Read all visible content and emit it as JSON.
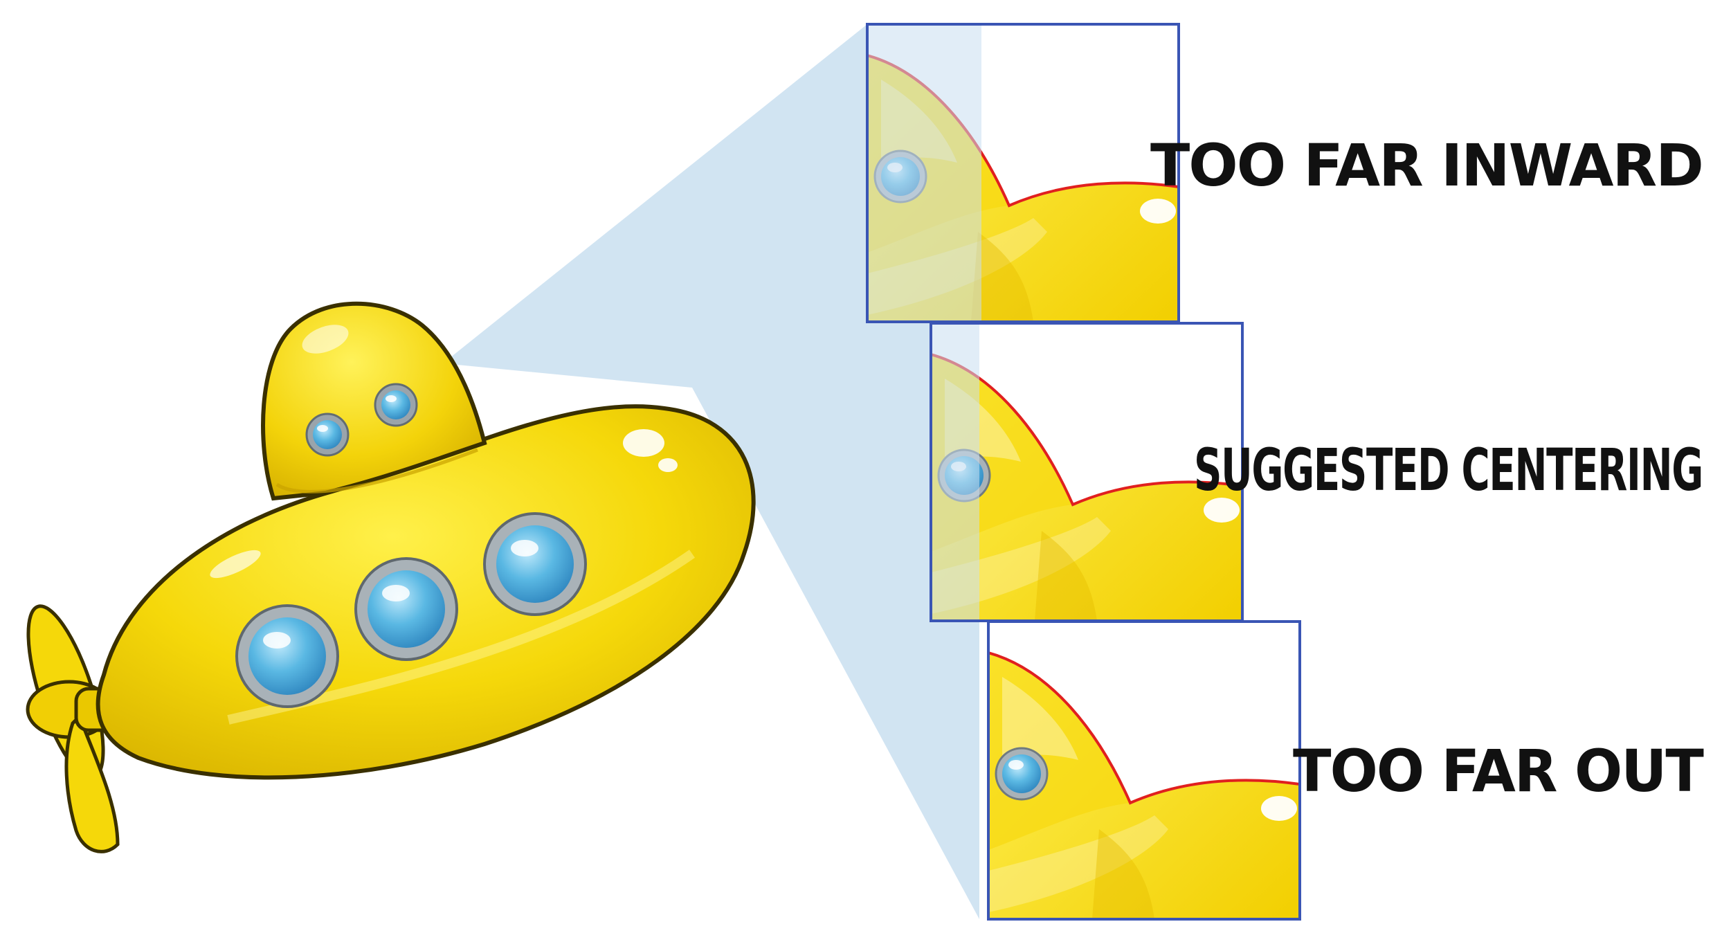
{
  "diagram": {
    "colors": {
      "hull_yellow": "#f5d80a",
      "hull_shadow": "#d9b400",
      "porthole_blue": "#5ab8e3",
      "porthole_rim": "#9aa4ab",
      "outline": "#3a3000",
      "zoom_beam": "#c9dff0",
      "panel_border": "#3a55b4",
      "center_line": "#e0201f"
    },
    "subject_icon": "yellow-submarine",
    "panels": [
      {
        "id": "inward",
        "label": "TOO FAR INWARD"
      },
      {
        "id": "centered",
        "label": "SUGGESTED CENTERING"
      },
      {
        "id": "out",
        "label": "TOO FAR OUT"
      }
    ]
  }
}
